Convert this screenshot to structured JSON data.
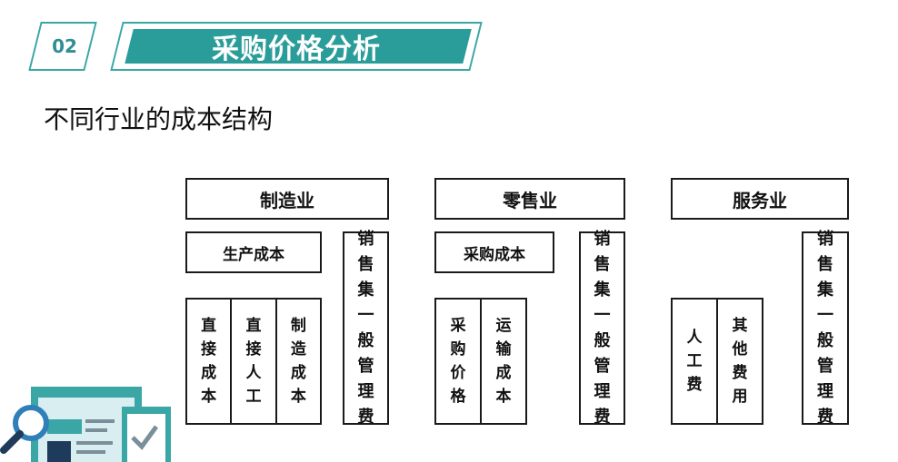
{
  "header": {
    "number": "02",
    "title": "采购价格分析",
    "subtitle": "不同行业的成本结构"
  },
  "sectors": [
    {
      "name": "制造业",
      "cost_group": "生产成本",
      "cost_items": [
        "直接成本",
        "直接人工",
        "制造成本"
      ],
      "sales": "销售集一般管理费"
    },
    {
      "name": "零售业",
      "cost_group": "采购成本",
      "cost_items": [
        "采购价格",
        "运输成本"
      ],
      "sales": "销售集一般管理费"
    },
    {
      "name": "服务业",
      "cost_group": "",
      "cost_items": [
        "人工费",
        "其他费用"
      ],
      "sales": "销售集一般管理费"
    }
  ],
  "colors": {
    "accent": "#2a9d9a",
    "accent_border": "#3aa6a6",
    "number_text": "#2f8e96",
    "line": "#1a1a1a",
    "deco_teal": "#3aa6a6",
    "deco_light": "#d9eef0",
    "deco_navy": "#1f3b5c"
  },
  "icons": [
    "magnifier-icon",
    "document-icon",
    "checklist-icon"
  ]
}
